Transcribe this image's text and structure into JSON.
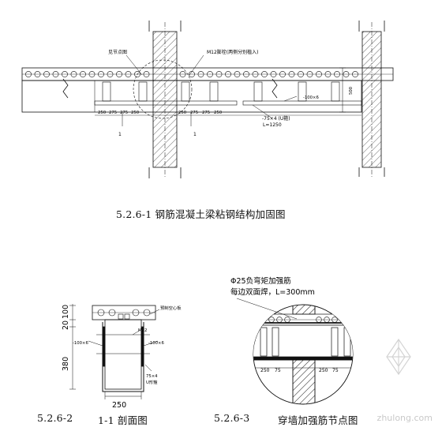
{
  "fig1": {
    "caption": "5.2.6-1 钢筋混凝土梁粘钢结构加固图",
    "label_node_detail": "见节点图",
    "label_bolt": "M12膨栓(两侧分别植入)",
    "label_steel_spec": "-75×4 (U箍)",
    "label_steel_len": "L=1250",
    "label_side_plate": "-100×6",
    "label_height": "500",
    "label_section_mark": "1",
    "dim_250": "250",
    "dim_275": "275"
  },
  "fig2": {
    "caption_num": "5.2.6-2",
    "caption_text": "1-1 剖面图",
    "label_slab": "预制空心板",
    "label_bolt": "M12",
    "label_left_plate": "-100×6",
    "label_right_plate": "-100×6",
    "label_hoop_1": "75×4",
    "label_hoop_2": "U形箍",
    "dim_100": "100",
    "dim_20": "20",
    "dim_380": "380",
    "dim_250": "250"
  },
  "fig3": {
    "caption_num": "5.2.6-3",
    "caption_text": "穿墙加强筋节点图",
    "note_line1": "Φ25负弯矩加强筋",
    "note_line2": "每边双面焊，L=300mm",
    "dim_250a": "250",
    "dim_75": "75",
    "dim_250b": "250",
    "dim_75b": "75"
  },
  "watermark": "zhulong.com"
}
